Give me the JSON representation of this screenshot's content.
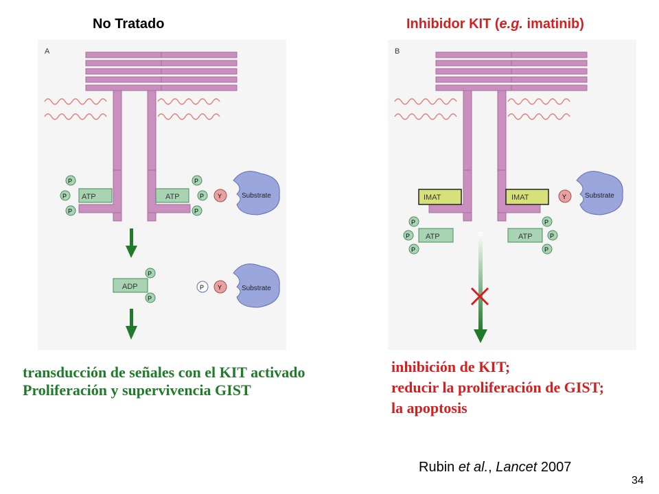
{
  "titles": {
    "left": "No Tratado",
    "right_prefix": "Inhibidor KIT (",
    "right_italic": "e.g.",
    "right_suffix": " imatinib)"
  },
  "panels": {
    "a_label": "A",
    "b_label": "B"
  },
  "molecules": {
    "atp": "ATP",
    "adp": "ADP",
    "imat": "IMAT",
    "substrate": "Substrate",
    "phosphate": "P",
    "tyrosine": "Y"
  },
  "captions": {
    "left": [
      "transducción de señales con el KIT activado",
      "Proliferación y supervivencia GIST"
    ],
    "right": [
      "inhibición de KIT;",
      "reducir la proliferación de GIST;",
      "la apoptosis"
    ]
  },
  "citation": {
    "prefix": "Rubin ",
    "italic1": "et al.",
    "middle": ", ",
    "italic2": "Lancet",
    "suffix": " 2007"
  },
  "page_number": "34",
  "colors": {
    "receptor": "#c98fbe",
    "membrane": "#e08080",
    "atp_box": "#a8d4b4",
    "imat_box": "#d8e07a",
    "phosphate": "#a8d4b4",
    "substrate": "#9aa6dc",
    "tyrosine": "#e8a0a0",
    "arrow": "#1f7a2a",
    "inhibit": "#d21f1f"
  }
}
